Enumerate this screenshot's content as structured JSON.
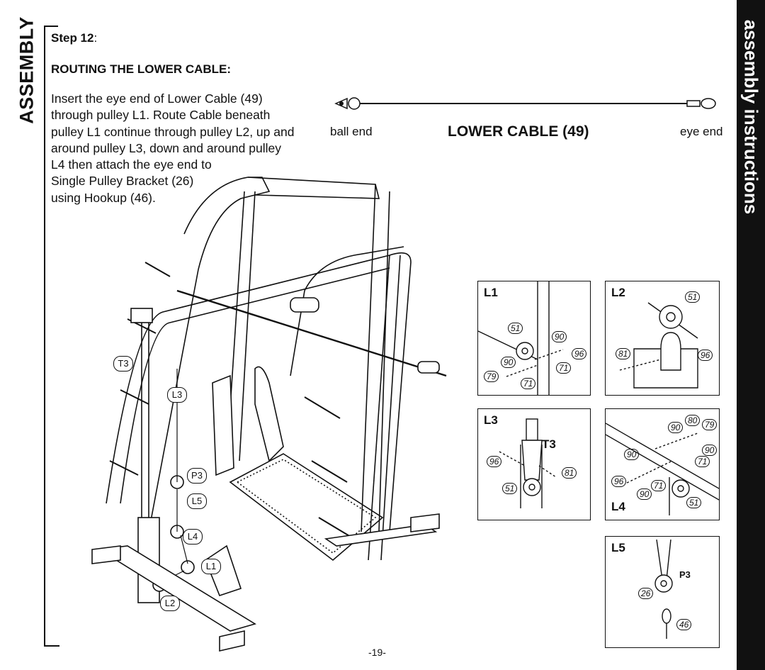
{
  "side_tab": "ASSEMBLY",
  "right_tab": "assembly instructions",
  "step": {
    "label": "Step 12",
    "suffix": ":"
  },
  "heading": "ROUTING THE LOWER CABLE:",
  "instructions": "Insert the eye end of Lower Cable (49)\nthrough pulley L1. Route Cable beneath\npulley L1 continue through pulley L2, up and\naround pulley L3, down and around pulley\nL4 then attach the eye end to\nSingle Pulley Bracket (26)\nusing Hookup (46).",
  "cable": {
    "ball_end": "ball end",
    "title": "LOWER CABLE  (49)",
    "eye_end": "eye end"
  },
  "main_callouts": [
    "T3",
    "L3",
    "P3",
    "L5",
    "L4",
    "L1",
    "L2"
  ],
  "panels": {
    "L1": {
      "label": "L1",
      "parts": [
        "51",
        "90",
        "96",
        "90",
        "71",
        "79",
        "71"
      ]
    },
    "L2": {
      "label": "L2",
      "parts": [
        "51",
        "81",
        "96"
      ]
    },
    "L3": {
      "label": "L3",
      "sub_label": "T3",
      "parts": [
        "96",
        "81",
        "51"
      ]
    },
    "L4": {
      "label": "L4",
      "parts": [
        "80",
        "79",
        "90",
        "90",
        "90",
        "71",
        "96",
        "71",
        "90",
        "51"
      ]
    },
    "L5": {
      "label": "L5",
      "sub_label": "P3",
      "parts": [
        "26",
        "46"
      ]
    }
  },
  "page_number": "-19-"
}
